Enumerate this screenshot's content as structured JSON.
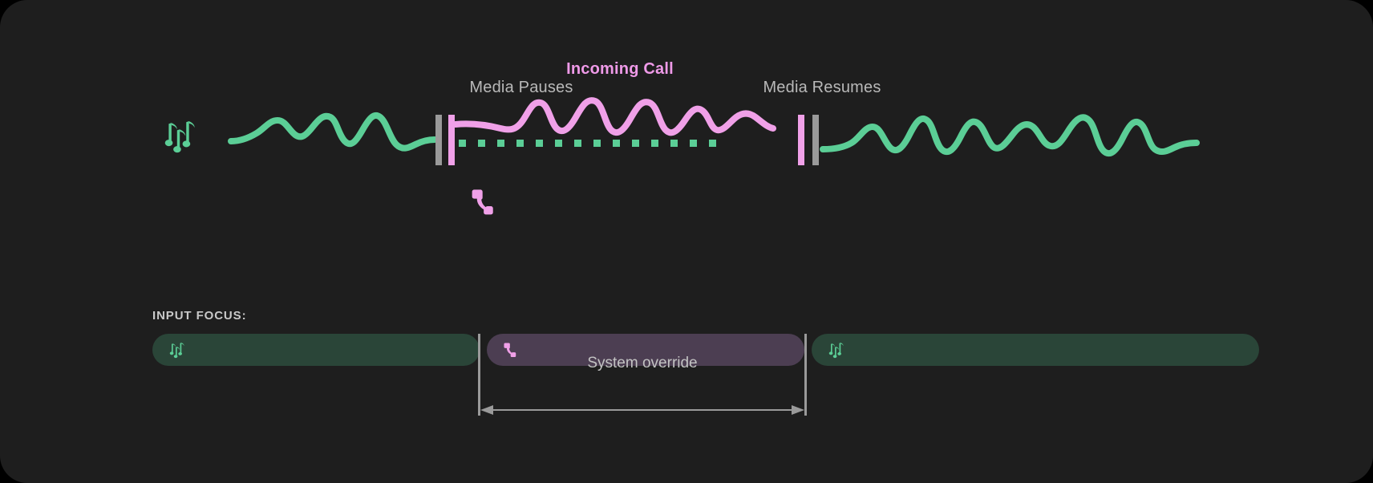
{
  "card": {
    "background": "#1e1e1e",
    "page_background": "#000000"
  },
  "timeline": {
    "labels": {
      "media_pauses": "Media Pauses",
      "incoming_call": "Incoming Call",
      "media_resumes": "Media Resumes"
    },
    "icons": {
      "music_notes": "music-notes-icon",
      "phone": "phone-call-icon"
    },
    "colors": {
      "media_wave": "#5BCE96",
      "call_wave": "#F0A0E8",
      "pause_marker": "#9a9a9a",
      "call_marker": "#F0A0E8",
      "muted_dots": "#5BCE96",
      "label_text": "#b9b9b9",
      "call_label_text": "#ef9ae8"
    },
    "regions": [
      {
        "name": "media-playing-before",
        "state": "playing",
        "source": "media"
      },
      {
        "name": "call-active",
        "state": "media-paused",
        "source": "phone"
      },
      {
        "name": "media-playing-after",
        "state": "playing",
        "source": "media"
      }
    ]
  },
  "input_focus": {
    "heading": "INPUT FOCUS:",
    "segments": [
      {
        "name": "media-segment-before",
        "icon": "music-notes-icon",
        "owner": "media",
        "color": "#2a4538"
      },
      {
        "name": "call-segment",
        "icon": "phone-call-icon",
        "owner": "phone",
        "color": "#4c3e52"
      },
      {
        "name": "media-segment-after",
        "icon": "music-notes-icon",
        "owner": "media",
        "color": "#2a4538"
      }
    ],
    "override": {
      "label": "System override",
      "line_color": "#9a9a9a"
    }
  }
}
